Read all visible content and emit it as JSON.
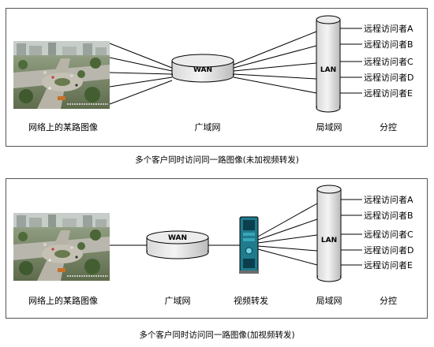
{
  "panel1": {
    "image_label": "网络上的某路图像",
    "wan": "WAN",
    "wan_label": "广域网",
    "lan": "LAN",
    "lan_label": "局域网",
    "branch_label": "分控",
    "visitors": [
      "远程访问者A",
      "远程访问者B",
      "远程访问者C",
      "远程访问者D",
      "远程访问者E"
    ],
    "caption": "多个客户同时访问同一路图像(未加视频转发)"
  },
  "panel2": {
    "image_label": "网络上的某路图像",
    "wan": "WAN",
    "wan_label": "广域网",
    "forward_label": "视频转发",
    "lan": "LAN",
    "lan_label": "局域网",
    "branch_label": "分控",
    "visitors": [
      "远程访问者A",
      "远程访问者B",
      "远程访问者C",
      "远程访问者D",
      "远程访问者E"
    ],
    "caption": "多个客户同时访问同一路图像(加视频转发)"
  }
}
